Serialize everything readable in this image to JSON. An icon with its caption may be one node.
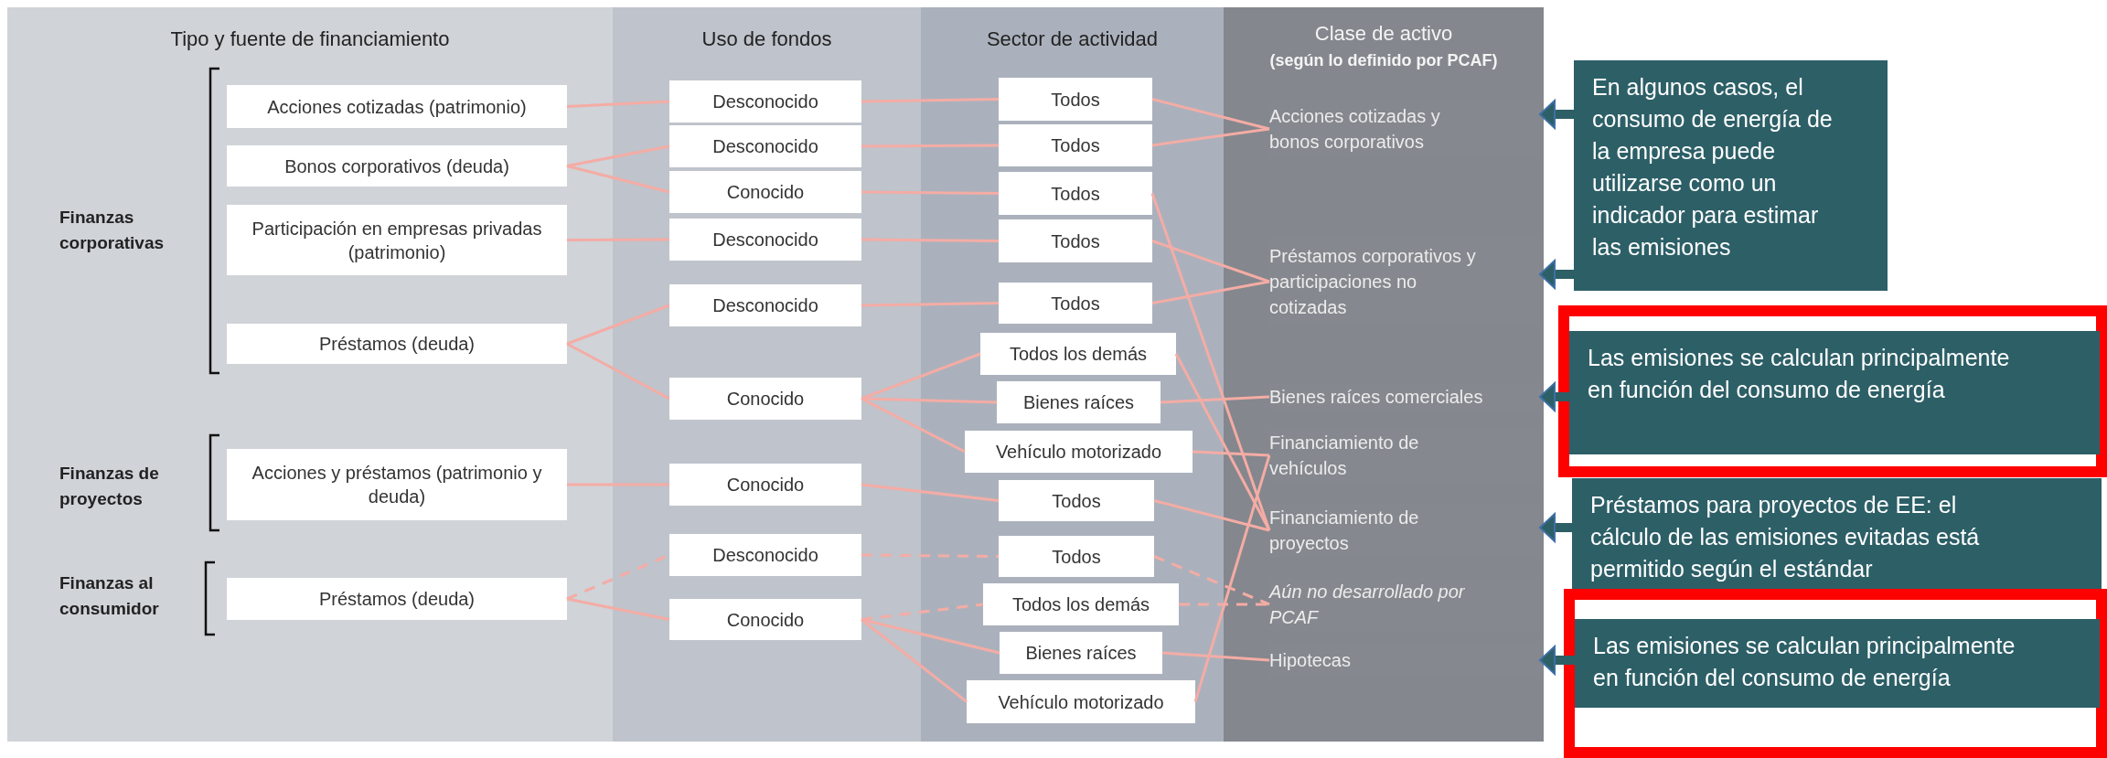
{
  "diagram": {
    "nodes": [
      {
        "text": [
          "Tipo y fuente de financiamiento"
        ]
      },
      {
        "text": [
          "Acciones cotizadas (patrimonio)"
        ],
        "in": 0
      },
      {
        "text": [
          "Bonos corporativos (deuda)"
        ],
        "in": 0
      },
      {
        "text": [
          "Participación en empresas privadas (patrimonio)"
        ],
        "in": 0
      },
      {
        "text": [
          "Préstamos (deuda)"
        ],
        "in": 0
      },
      {
        "text": [
          "Acciones y préstamos (patrimonio y deuda)"
        ],
        "in": 0
      },
      {
        "text": [
          "Préstamos (deuda)"
        ],
        "in": 0
      },
      {
        "text": [
          "Uso de fondos"
        ]
      },
      {
        "text": [
          "Desconocido"
        ],
        "in": 7
      },
      {
        "text": [
          "Desconocido"
        ],
        "in": 7
      },
      {
        "text": [
          "Conocido"
        ],
        "in": 7
      },
      {
        "text": [
          "Desconocido"
        ],
        "in": 7
      },
      {
        "text": [
          "Desconocido"
        ],
        "in": 7
      },
      {
        "text": [
          "Conocido"
        ],
        "in": 7
      },
      {
        "text": [
          "Conocido"
        ],
        "in": 7
      },
      {
        "text": [
          "Desconocido"
        ],
        "in": 7
      },
      {
        "text": [
          "Conocido"
        ],
        "in": 7
      },
      {
        "text": [
          "Sector de actividad"
        ]
      },
      {
        "text": [
          "Todos"
        ],
        "in": 17
      },
      {
        "text": [
          "Todos"
        ],
        "in": 17
      },
      {
        "text": [
          "Todos"
        ],
        "in": 17
      },
      {
        "text": [
          "Todos"
        ],
        "in": 17
      },
      {
        "text": [
          "Todos"
        ],
        "in": 17
      },
      {
        "text": [
          "Todos los demás"
        ],
        "in": 17
      },
      {
        "text": [
          "Bienes raíces"
        ],
        "in": 17
      },
      {
        "text": [
          "Vehículo motorizado"
        ],
        "in": 17
      },
      {
        "text": [
          "Todos"
        ],
        "in": 17
      },
      {
        "text": [
          "Todos"
        ],
        "in": 17
      },
      {
        "text": [
          "Todos los demás"
        ],
        "in": 17
      },
      {
        "text": [
          "Bienes raíces"
        ],
        "in": 17
      },
      {
        "text": [
          "Vehículo motorizado"
        ],
        "in": 17
      },
      {
        "text": [
          "Clase de activo",
          "(según lo definido por PCAF)"
        ]
      },
      {
        "text": [
          "Acciones cotizadas y bonos corporativos"
        ],
        "in": 31
      },
      {
        "text": [
          "Préstamos corporativos y participaciones no cotizadas"
        ],
        "in": 31
      },
      {
        "text": [
          "Bienes raíces comerciales"
        ],
        "in": 31
      },
      {
        "text": [
          "Financiamiento de vehículos"
        ],
        "in": 31
      },
      {
        "text": [
          "Financiamiento de proyectos"
        ],
        "in": 31
      },
      {
        "text": [
          "Aún no desarrollado por PCAF"
        ],
        "in": 31
      },
      {
        "text": [
          "Hipotecas"
        ],
        "in": 31
      },
      {
        "text": [
          "En algunos casos, el consumo de energía de la empresa puede utilizarse como un indicador para estimar las emisiones"
        ]
      },
      {
        "text": [],
        "shape": "box"
      },
      {
        "text": [
          "Las emisiones se calculan principalmente en función del consumo de energía"
        ],
        "in": 40
      },
      {
        "text": [
          "Préstamos para proyectos de EE: el cálculo de las emisiones evitadas está permitido según el estándar"
        ]
      },
      {
        "text": [],
        "shape": "box"
      },
      {
        "text": [
          "Las emisiones se calculan principalmente en función del consumo de energía"
        ],
        "in": 43
      }
    ],
    "edges": [
      {
        "from": 1,
        "to": 8,
        "arrow": "none"
      },
      {
        "from": 2,
        "to": 9,
        "arrow": "none"
      },
      {
        "from": 2,
        "to": 10,
        "arrow": "none"
      },
      {
        "from": 3,
        "to": 11,
        "arrow": "none"
      },
      {
        "from": 4,
        "to": 12,
        "arrow": "none"
      },
      {
        "from": 4,
        "to": 13,
        "arrow": "none"
      },
      {
        "from": 5,
        "to": 14,
        "arrow": "none"
      },
      {
        "from": 6,
        "to": 15,
        "arrow": "none",
        "style": "dashed"
      },
      {
        "from": 6,
        "to": 16,
        "arrow": "none"
      },
      {
        "from": 8,
        "to": 18,
        "arrow": "none"
      },
      {
        "from": 9,
        "to": 19,
        "arrow": "none"
      },
      {
        "from": 10,
        "to": 20,
        "arrow": "none"
      },
      {
        "from": 11,
        "to": 21,
        "arrow": "none"
      },
      {
        "from": 12,
        "to": 22,
        "arrow": "none"
      },
      {
        "from": 13,
        "to": 23,
        "arrow": "none"
      },
      {
        "from": 13,
        "to": 24,
        "arrow": "none"
      },
      {
        "from": 13,
        "to": 25,
        "arrow": "none"
      },
      {
        "from": 14,
        "to": 26,
        "arrow": "none"
      },
      {
        "from": 15,
        "to": 27,
        "arrow": "none",
        "style": "dashed"
      },
      {
        "from": 16,
        "to": 28,
        "arrow": "none",
        "style": "dashed"
      },
      {
        "from": 16,
        "to": 29,
        "arrow": "none"
      },
      {
        "from": 16,
        "to": 30,
        "arrow": "none"
      },
      {
        "from": 18,
        "to": 32,
        "arrow": "none"
      },
      {
        "from": 19,
        "to": 32,
        "arrow": "none"
      },
      {
        "from": 20,
        "to": 36,
        "arrow": "none"
      },
      {
        "from": 21,
        "to": 33,
        "arrow": "none"
      },
      {
        "from": 22,
        "to": 33,
        "arrow": "none"
      },
      {
        "from": 23,
        "to": 36,
        "arrow": "none"
      },
      {
        "from": 24,
        "to": 34,
        "arrow": "none"
      },
      {
        "from": 25,
        "to": 35,
        "arrow": "none"
      },
      {
        "from": 30,
        "to": 35,
        "arrow": "none"
      },
      {
        "from": 26,
        "to": 36,
        "arrow": "none"
      },
      {
        "from": 27,
        "to": 37,
        "arrow": "none",
        "style": "dashed"
      },
      {
        "from": 28,
        "to": 37,
        "arrow": "none",
        "style": "dashed"
      },
      {
        "from": 29,
        "to": 38,
        "arrow": "none"
      },
      {
        "from": 39,
        "to": 32,
        "arrow": "to",
        "style": "thick",
        "color": "#2d5f67"
      },
      {
        "from": 39,
        "to": 33,
        "arrow": "to",
        "style": "thick",
        "color": "#2d5f67"
      },
      {
        "from": 41,
        "to": 34,
        "arrow": "to",
        "style": "thick",
        "color": "#2d5f67"
      },
      {
        "from": 42,
        "to": 36,
        "arrow": "to",
        "style": "thick",
        "color": "#2d5f67"
      },
      {
        "from": 44,
        "to": 38,
        "arrow": "to",
        "style": "thick",
        "color": "#2d5f67"
      }
    ],
    "labels": [
      "Finanzas corporativas",
      "Finanzas de proyectos",
      "Finanzas al consumidor"
    ]
  }
}
